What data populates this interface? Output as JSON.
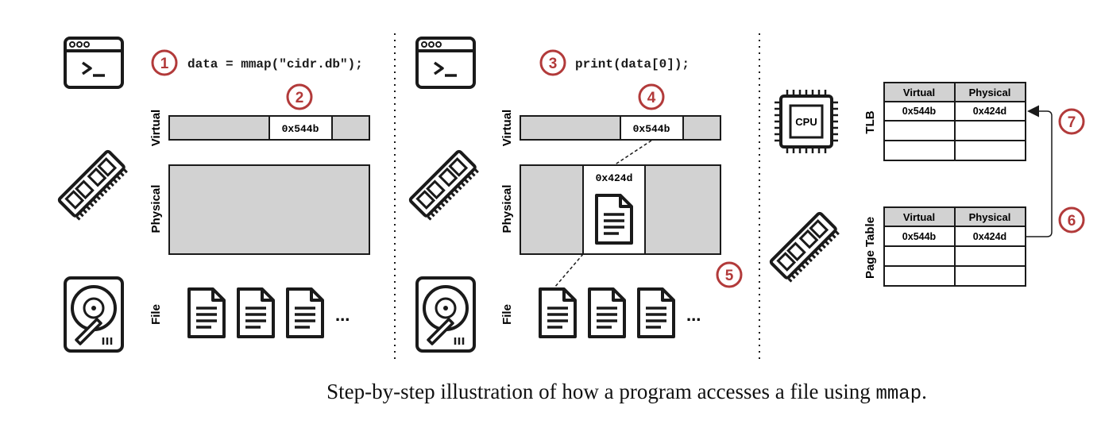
{
  "panel1": {
    "step1": "1",
    "code": "data = mmap(\"cidr.db\");",
    "step2": "2",
    "virtual_label": "Virtual",
    "physical_label": "Physical",
    "file_label": "File",
    "virtual_addr": "0x544b",
    "ellipsis": "..."
  },
  "panel2": {
    "step3": "3",
    "code": "print(data[0]);",
    "step4": "4",
    "step5": "5",
    "virtual_label": "Virtual",
    "physical_label": "Physical",
    "file_label": "File",
    "virtual_addr": "0x544b",
    "physical_addr": "0x424d",
    "ellipsis": "..."
  },
  "panel3": {
    "cpu_text": "CPU",
    "tlb_label": "TLB",
    "page_table_label": "Page Table",
    "step6": "6",
    "step7": "7",
    "tlb": {
      "col_virtual": "Virtual",
      "col_physical": "Physical",
      "row_virtual": "0x544b",
      "row_physical": "0x424d"
    },
    "page_table": {
      "col_virtual": "Virtual",
      "col_physical": "Physical",
      "row_virtual": "0x544b",
      "row_physical": "0x424d"
    }
  },
  "caption": {
    "text": "Step-by-step illustration of how a program accesses a file using ",
    "code": "mmap",
    "end": "."
  },
  "colors": {
    "step_circle": "#b23a3a",
    "gray_fill": "#d2d2d2",
    "stroke": "#1a1a1a"
  }
}
